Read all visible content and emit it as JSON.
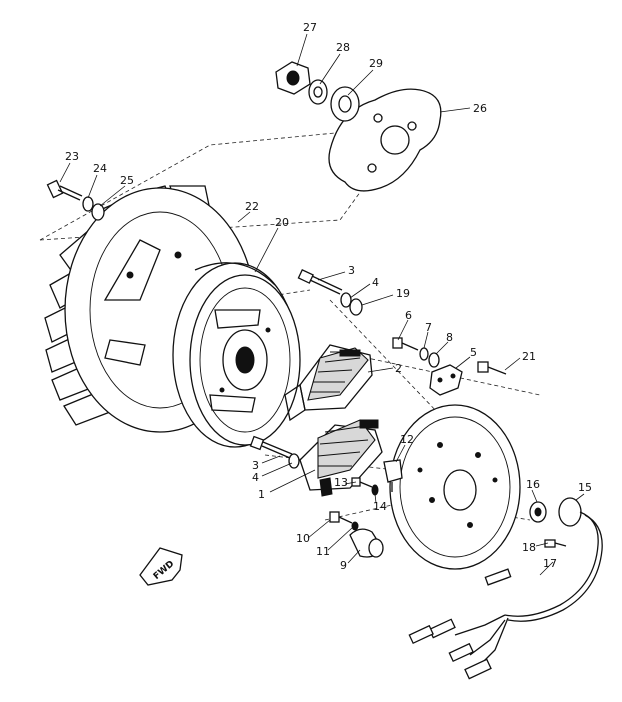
{
  "diagram": {
    "fwd_label": "FWD",
    "callouts": [
      {
        "id": "27",
        "text": "27"
      },
      {
        "id": "28",
        "text": "28"
      },
      {
        "id": "29",
        "text": "29"
      },
      {
        "id": "26",
        "text": "26"
      },
      {
        "id": "23",
        "text": "23"
      },
      {
        "id": "24",
        "text": "24"
      },
      {
        "id": "25",
        "text": "25"
      },
      {
        "id": "22",
        "text": "22"
      },
      {
        "id": "20",
        "text": "20"
      },
      {
        "id": "3a",
        "text": "3"
      },
      {
        "id": "4a",
        "text": "4"
      },
      {
        "id": "19",
        "text": "19"
      },
      {
        "id": "6",
        "text": "6"
      },
      {
        "id": "7",
        "text": "7"
      },
      {
        "id": "8",
        "text": "8"
      },
      {
        "id": "5",
        "text": "5"
      },
      {
        "id": "21",
        "text": "21"
      },
      {
        "id": "2",
        "text": "2"
      },
      {
        "id": "3b",
        "text": "3"
      },
      {
        "id": "4b",
        "text": "4"
      },
      {
        "id": "12",
        "text": "12"
      },
      {
        "id": "1",
        "text": "1"
      },
      {
        "id": "13",
        "text": "13"
      },
      {
        "id": "14",
        "text": "14"
      },
      {
        "id": "16",
        "text": "16"
      },
      {
        "id": "15",
        "text": "15"
      },
      {
        "id": "10",
        "text": "10"
      },
      {
        "id": "11",
        "text": "11"
      },
      {
        "id": "9",
        "text": "9"
      },
      {
        "id": "18",
        "text": "18"
      },
      {
        "id": "17",
        "text": "17"
      }
    ]
  }
}
